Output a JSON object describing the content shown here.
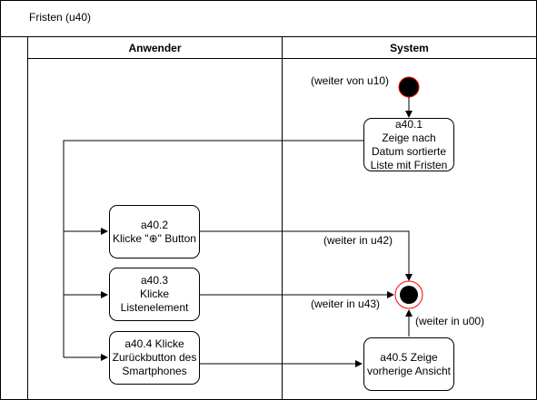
{
  "diagram": {
    "title": "Fristen (u40)",
    "lanes": [
      {
        "id": "user",
        "label": "Anwender"
      },
      {
        "id": "system",
        "label": "System"
      }
    ],
    "nodes": [
      {
        "id": "a40_1",
        "label": "a40.1\nZeige nach\nDatum sortierte\nListe mit Fristen"
      },
      {
        "id": "a40_2",
        "label": "a40.2\nKlicke \"⊕\" Button"
      },
      {
        "id": "a40_3",
        "label": "a40.3\nKlicke\nListenelement"
      },
      {
        "id": "a40_4",
        "label": "a40.4 Klicke\nZurückbutton des\nSmartphones"
      },
      {
        "id": "a40_5",
        "label": "a40.5 Zeige\nvorherige Ansicht"
      }
    ],
    "annotations": {
      "start": "(weiter von u10)",
      "to_u42": "(weiter in u42)",
      "to_u43": "(weiter in u43)",
      "to_u00": "(weiter in u00)"
    }
  }
}
